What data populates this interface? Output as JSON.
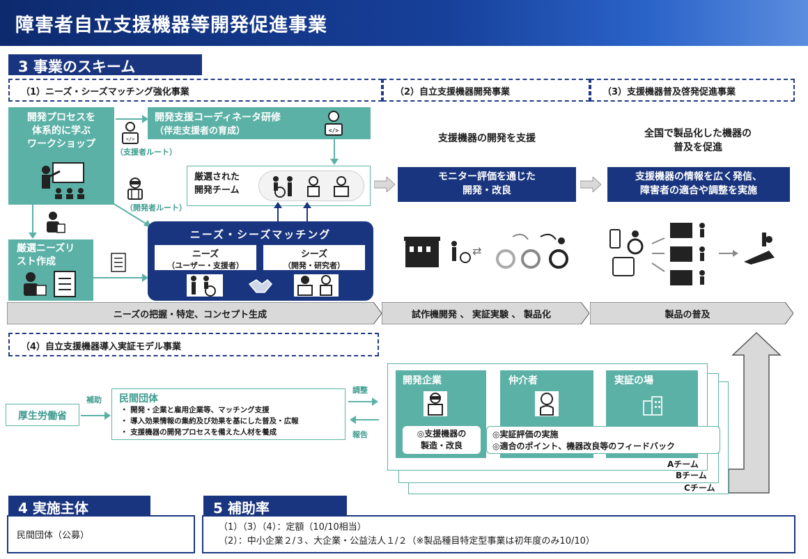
{
  "header": {
    "title": "障害者自立支援機器等開発促進事業"
  },
  "section3": {
    "title": "3  事業のスキーム"
  },
  "sub": {
    "s1": "（1）ニーズ・シーズマッチング強化事業",
    "s2": "（2）自立支援機器開発事業",
    "s3": "（3）支援機器普及啓発促進事業",
    "s4": "（4）自立支援機器導入実証モデル事業"
  },
  "workshop": {
    "l1": "開発プロセスを",
    "l2": "体系的に学ぶ",
    "l3": "ワークショップ"
  },
  "coordinator": {
    "l1": "開発支援コーディネータ研修",
    "l2": "（伴走支援者の育成）"
  },
  "route_support": "（支援者ルート）",
  "route_dev": "（開発者ルート）",
  "team": {
    "l1": "厳選された",
    "l2": "開発チーム"
  },
  "needs_list": {
    "l1": "厳選ニーズリ",
    "l2": "スト作成"
  },
  "matching": {
    "title": "ニーズ・シーズマッチング",
    "needs_t": "ニーズ",
    "needs_s": "（ユーザー・支援者）",
    "seeds_t": "シーズ",
    "seeds_s": "（開発・研究者）"
  },
  "dev_support": "支援機器の開発を支援",
  "monitor": {
    "l1": "モニター評価を通じた",
    "l2": "開発・改良"
  },
  "spread": {
    "l1": "全国で製品化した機器の",
    "l2": "普及を促進"
  },
  "info": {
    "l1": "支援機器の情報を広く発信、",
    "l2": "障害者の適合や調整を実施"
  },
  "phases": {
    "p1": "ニーズの把握・特定、コンセプト生成",
    "p2": "試作機開発 、 実証実験 、 製品化",
    "p3": "製品の普及"
  },
  "model": {
    "mhlw": "厚生労働省",
    "subsidy": "補助",
    "private_title": "民間団体",
    "bullets": [
      "・ 開発・企業と雇用企業等、マッチング支援",
      "・ 導入効果情報の集約及び効果を基にした普及・広報",
      "・ 支援機器の開発プロセスを備えた人材を養成"
    ],
    "adjust": "調整",
    "report": "報告",
    "col1": "開発企業",
    "col2": "仲介者",
    "col3": "実証の場",
    "c1_b1": "◎支援機器の",
    "c1_b2": "製造・改良",
    "c2_b1": "◎実証評価の実施",
    "c2_b2": "◎適合のポイント、機器改良等のフィードバック",
    "teamA": "Aチーム",
    "teamB": "Bチーム",
    "teamC": "Cチーム"
  },
  "section4": {
    "title": "4  実施主体",
    "body": "民間団体（公募）"
  },
  "section5": {
    "title": "5 補助率",
    "l1": "（1）（3）（4）：定額（10/10相当）",
    "l2": "（2）：中小企業２/３、大企業・公益法人１/２（※製品種目特定型事業は初年度のみ10/10）"
  },
  "colors": {
    "navy": "#1a357f",
    "teal": "#5bb1a6",
    "gray": "#d9d9d9"
  }
}
